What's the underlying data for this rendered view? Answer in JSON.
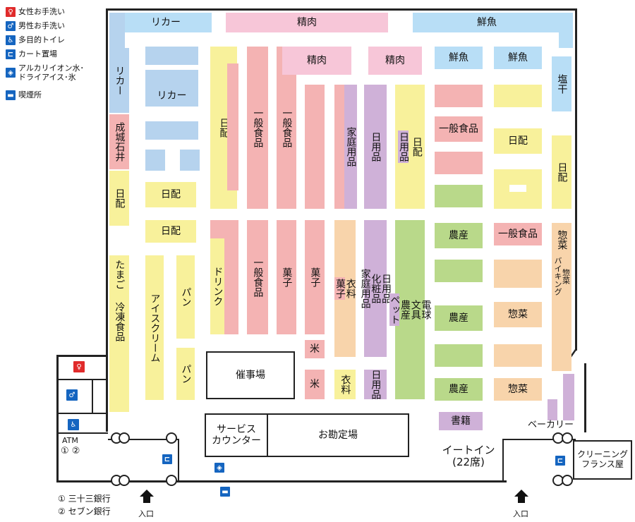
{
  "legend": [
    {
      "icon": "female-toilet-icon",
      "symbol": "♀",
      "color": "#e02b2b",
      "label": "女性お手洗い"
    },
    {
      "icon": "male-toilet-icon",
      "symbol": "♂",
      "color": "#1565c0",
      "label": "男性お手洗い"
    },
    {
      "icon": "wheelchair-icon",
      "symbol": "♿",
      "color": "#1565c0",
      "label": "多目的トイレ"
    },
    {
      "icon": "cart-icon",
      "symbol": "⊏",
      "color": "#1565c0",
      "label": "カート置場"
    },
    {
      "icon": "water-ice-icon",
      "symbol": "◈",
      "color": "#1565c0",
      "label": "アルカリイオン水･\nドライアイス･氷"
    },
    {
      "icon": "smoking-icon",
      "symbol": "▬",
      "color": "#1565c0",
      "label": "喫煙所"
    }
  ],
  "sections": {
    "liquor_top": "リカー",
    "meat_top": "精肉",
    "fish_top": "鮮魚",
    "liquor_side": "リカー",
    "liquor_block": "リカー",
    "seijo": "成城石井",
    "nippai_left": "日配",
    "tamago": "たまご",
    "frozen": "冷凍食品",
    "meat1": "精肉",
    "meat2": "精肉",
    "fish1": "鮮魚",
    "fish2": "鮮魚",
    "nippai_r1": "日配",
    "nippai_r2": "日配",
    "nippai_a": "日配",
    "nippai_b": "日配",
    "nippai_v1": "日配",
    "nippai_v2": "日配",
    "shiohi": "塩干",
    "general1": "一般食品",
    "general2": "一般食品",
    "general3": "一般食品",
    "general4": "一般食品",
    "general5": "一般食品",
    "household1": "家庭用品",
    "daily1": "日用品",
    "daily2": "日用品",
    "ice": "アイスクリーム",
    "bread1": "パン",
    "bread2": "パン",
    "drink": "ドリンク",
    "sweets1": "菓子",
    "sweets2": "菓子",
    "sweets3": "菓子",
    "rice1": "米",
    "rice2": "米",
    "clothes1": "衣料",
    "clothes2": "衣料",
    "household2": "家庭用品",
    "cosmetics": "化粧品",
    "daily3": "日用品",
    "daily4": "日用品",
    "pet": "ペット",
    "stationery": "文具",
    "bulbs": "電球",
    "farm_v": "農産",
    "farm1": "農産",
    "farm2": "農産",
    "farm3": "農産",
    "souzai": "惣菜",
    "souzai1": "惣菜",
    "souzai2": "惣菜",
    "viking": "バイキング",
    "viking_sub": "惣菜",
    "books": "書籍",
    "bakery": "ベーカリー"
  },
  "counters": {
    "event": "催事場",
    "service": "サービス\nカウンター",
    "checkout": "お勘定場",
    "eatin": "イートイン\n(22席)",
    "cleaning": "クリーニング\nフランス屋"
  },
  "atm": {
    "title": "ATM",
    "nums": "① ②",
    "bank1": "① 三十三銀行",
    "bank2": "② セブン銀行"
  },
  "entrance": {
    "left": "入口",
    "right": "入口"
  }
}
